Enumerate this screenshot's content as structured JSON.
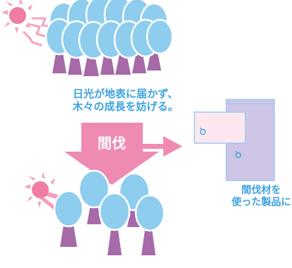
{
  "captions": {
    "no_sunlight_line1": "日光が地表に届かず、",
    "no_sunlight_line2": "木々の成長を妨げる。",
    "thinning_label": "間伐",
    "product_line1": "間伐材を",
    "product_line2": "使った製品に"
  },
  "colors": {
    "tree_crown": "#8ecdee",
    "tree_crown_edge": "#ffffff",
    "tree_trunk": "#a66aa8",
    "sun": "#f07da5",
    "sun_ray": "#f5a3c0",
    "light_beam": "#f58db5",
    "arrow": "#ef8ab3",
    "envelope_large": "#cfc5e6",
    "envelope_small": "#fde8f0",
    "envelope_outline": "#9fc9ec",
    "caption_text": "#3ea3de",
    "label_text": "#ffffff"
  }
}
